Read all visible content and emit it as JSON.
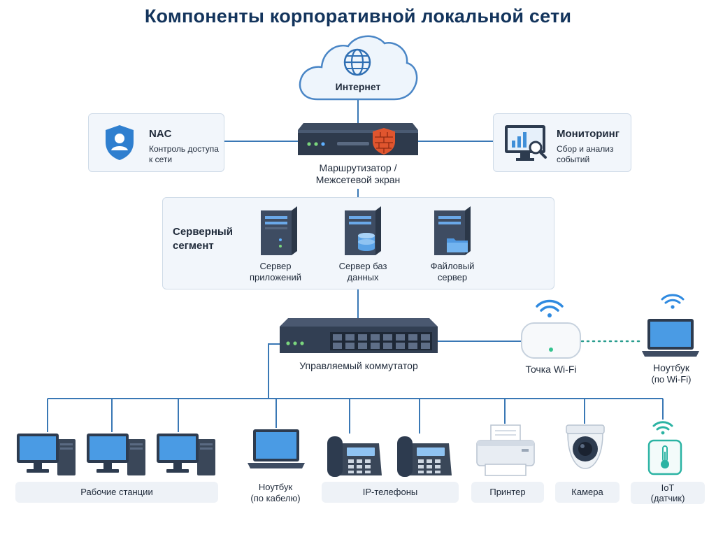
{
  "title": "Компоненты корпоративной локальной сети",
  "internet": {
    "label": "Интернет"
  },
  "router": {
    "label_line1": "Маршрутизатор /",
    "label_line2": "Межсетевой экран"
  },
  "nac": {
    "title": "NAC",
    "desc_line1": "Контроль доступа",
    "desc_line2": "к сети"
  },
  "monitoring": {
    "title": "Мониторинг",
    "desc_line1": "Сбор и анализ",
    "desc_line2": "событий"
  },
  "server_segment": {
    "title_line1": "Серверный",
    "title_line2": "сегмент",
    "servers": [
      {
        "line1": "Сервер",
        "line2": "приложений"
      },
      {
        "line1": "Сервер баз",
        "line2": "данных"
      },
      {
        "line1": "Файловый",
        "line2": "сервер"
      }
    ]
  },
  "switch": {
    "label": "Управляемый коммутатор"
  },
  "wifi_ap": {
    "label": "Точка Wi-Fi"
  },
  "wifi_laptop": {
    "line1": "Ноутбук",
    "line2": "(по Wi-Fi)"
  },
  "devices": {
    "workstations": "Рабочие станции",
    "laptop_cable_line1": "Ноутбук",
    "laptop_cable_line2": "(по кабелю)",
    "ip_phones": "IP-телефоны",
    "printer": "Принтер",
    "camera": "Камера",
    "iot_line1": "IoT",
    "iot_line2": "(датчик)"
  },
  "colors": {
    "wire": "#3a78b5",
    "title": "#13345c",
    "device_dark": "#3c4a5e",
    "screen_blue": "#3f8fd8",
    "firewall": "#e0552e",
    "iot_teal": "#2bb3a3"
  }
}
